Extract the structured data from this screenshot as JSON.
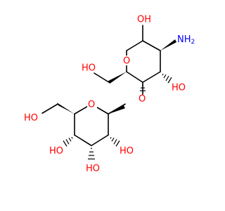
{
  "colors": {
    "background": "#ffffff",
    "bond": "#000000",
    "oxygen": "#ff0000",
    "nitrogen": "#0000ff"
  },
  "labels": {
    "oh_anomeric": "OH",
    "nh2": "NH",
    "nh2_subscript": "2",
    "oh_c3": "HO",
    "oh_c6_upper": "HO",
    "o_ring_upper": "O",
    "o_glycosidic": "O",
    "o_ring_lower": "O",
    "oh_c6_lower": "HO",
    "oh_c4_lower": "HO",
    "oh_c2_lower": "HO",
    "oh_c3_lower": "HO"
  }
}
